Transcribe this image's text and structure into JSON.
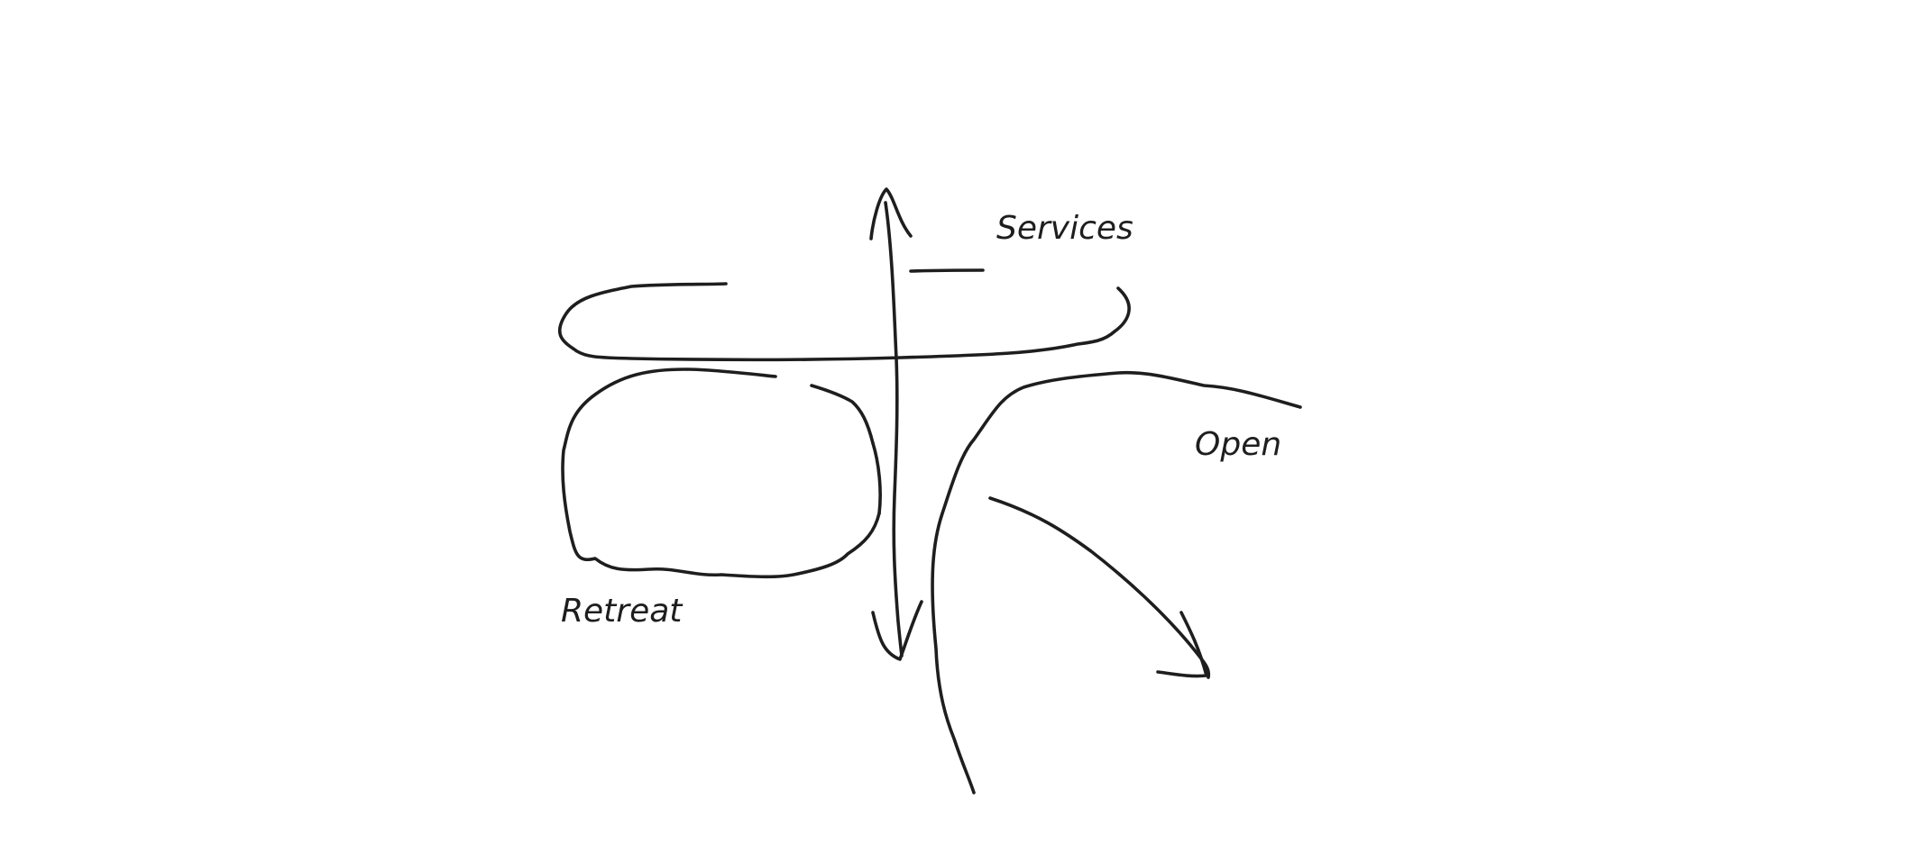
{
  "labels": {
    "services": "Services",
    "open": "Open",
    "retreat": "Retreat"
  },
  "colors": {
    "ink": "#1e1e1e",
    "background": "#ffffff"
  }
}
